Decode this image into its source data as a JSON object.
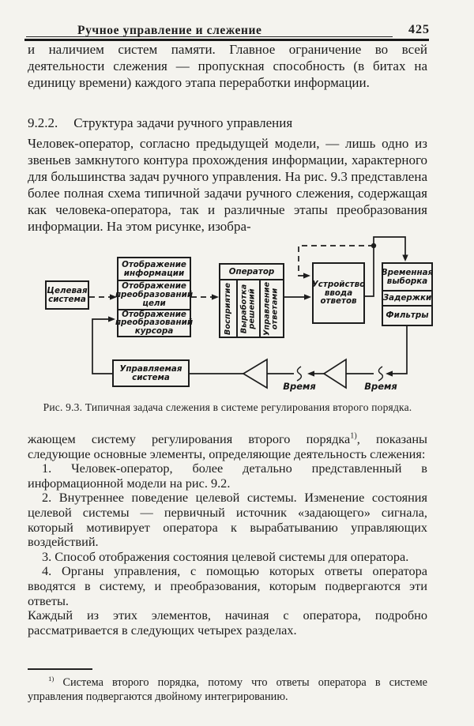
{
  "header": {
    "title": "Ручное управление и слежение",
    "page_number": "425"
  },
  "intro_paragraph": "и наличием систем памяти. Главное ограничение во всей деятельности слежения — пропускная способность (в битах на единицу времени) каждого этапа переработки информации.",
  "section": {
    "number": "9.2.2.",
    "title": "Структура задачи ручного управления",
    "paragraph": "Человек-оператор, согласно предыдущей модели, — лишь одно из звеньев замкнутого контура прохождения информации, характерного для большинства задач ручного управления. На рис. 9.3 представлена более полная схема типичной задачи ручного слежения, содержащая как человека-оператора, так и различные этапы преобразования информации. На этом рисунке, изобра-"
  },
  "figure": {
    "target_system": "Целевая\nсистема",
    "display_rows": [
      "Отображение\nинформации",
      "Отображение\nпреобразований\nцели",
      "Отображение\nпреобразований\nкурсора"
    ],
    "operator_title": "Оператор",
    "operator_columns": [
      "Восприятие",
      "Выработка\nрешений",
      "Управление\nответами"
    ],
    "input_device": "Устройство\nввода\nответов",
    "time_rows": [
      "Временная\nвыборка",
      "Задержки",
      "Фильтры"
    ],
    "controlled_system": "Управляемая\nсистема",
    "time_label": "Время",
    "caption": "Рис. 9.3. Типичная задача слежения в системе регулирования второго порядка."
  },
  "after_figure": {
    "before_sup": "жающем систему регулирования второго порядка",
    "sup": "1)",
    "after_sup": ", показаны следующие основные элементы, определяющие деятельность слежения:"
  },
  "list": [
    "1. Человек-оператор, более детально представленный в информационной модели на рис. 9.2.",
    "2. Внутреннее поведение целевой системы. Изменение состояния целевой системы — первичный источник «задающего» сигнала, который мотивирует оператора к вырабатыванию управляющих воздействий.",
    "3. Способ отображения состояния целевой системы для оператора.",
    "4. Органы управления, с помощью которых ответы оператора вводятся в систему, и преобразования, которым подвергаются эти ответы."
  ],
  "closing_paragraph": "Каждый из этих элементов, начиная с оператора, подробно рассматривается в следующих четырех разделах.",
  "footnote": {
    "marker": "1)",
    "text": " Система второго порядка, потому что ответы оператора в системе управления подвергаются двойному интегрированию."
  }
}
